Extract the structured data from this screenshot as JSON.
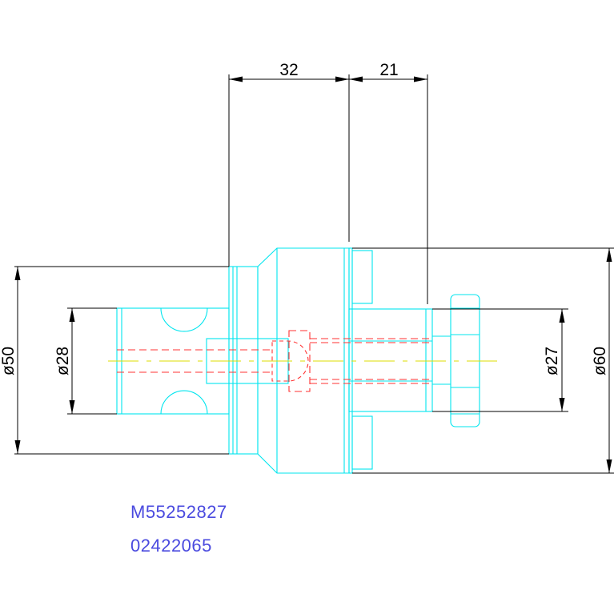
{
  "dimensions": {
    "top_left": "32",
    "top_right": "21",
    "dia_outer_left": "ø50",
    "dia_inner_left": "ø28",
    "dia_inner_right": "ø27",
    "dia_outer_right": "ø60"
  },
  "codes": {
    "part_number": "M55252827",
    "order_number": "02422065"
  },
  "colors": {
    "outline": "#00e5ee",
    "dimension": "#000000",
    "hidden_line": "#ff3333",
    "center_line": "#dddd00",
    "code_text": "#4a4adf"
  }
}
